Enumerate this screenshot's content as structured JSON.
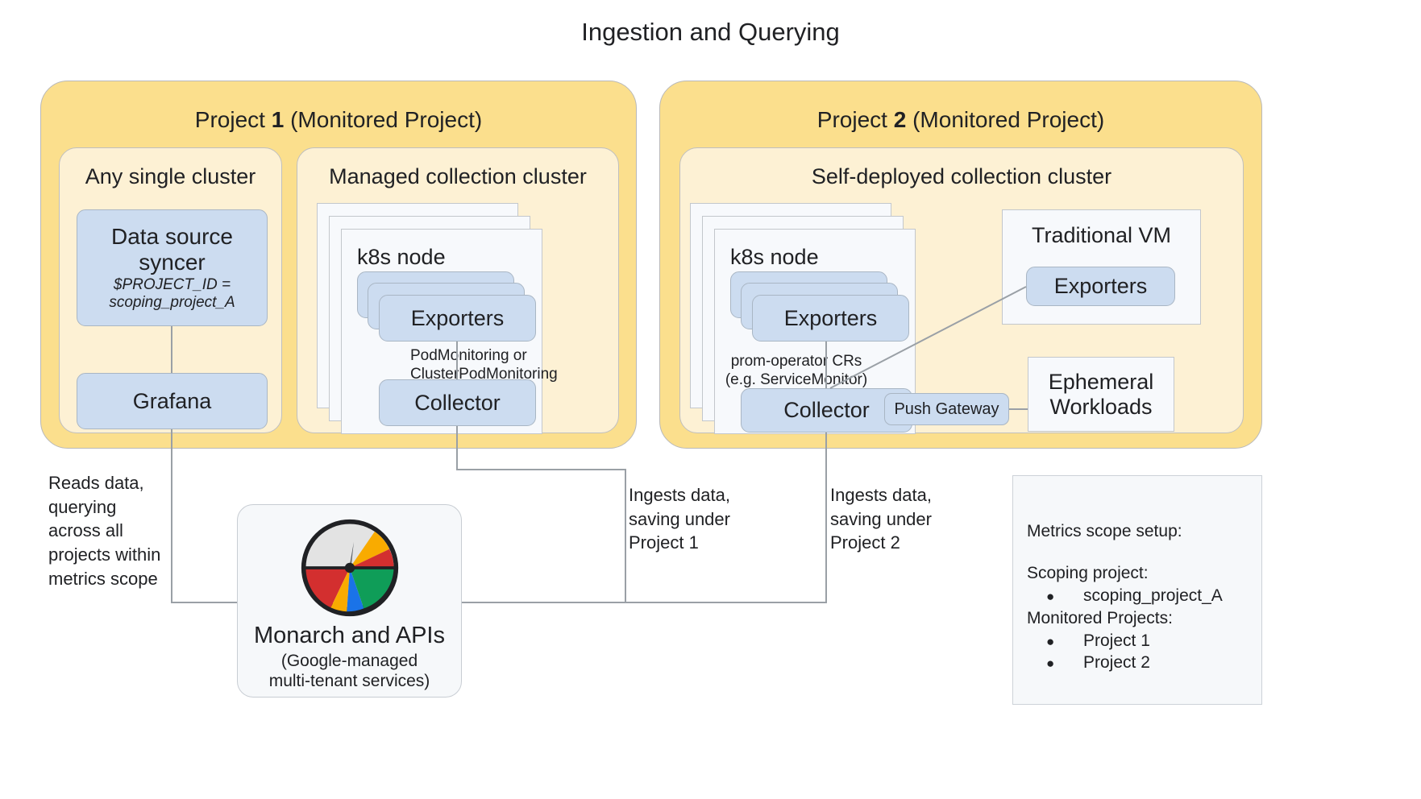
{
  "title": "Ingestion and Querying",
  "projects": [
    {
      "title_prefix": "Project ",
      "title_num": "1",
      "title_suffix": " (Monitored Project)",
      "clusters": [
        {
          "title": "Any single cluster"
        },
        {
          "title": "Managed collection cluster"
        }
      ]
    },
    {
      "title_prefix": "Project ",
      "title_num": "2",
      "title_suffix": " (Monitored Project)",
      "clusters": [
        {
          "title": "Self-deployed collection cluster"
        }
      ]
    }
  ],
  "boxes": {
    "data_source_syncer_main": "Data source\nsyncer",
    "data_source_syncer_sub": "$PROJECT_ID =\nscoping_project_A",
    "grafana": "Grafana",
    "k8s_node_1": "k8s node",
    "k8s_node_2": "k8s node",
    "exporters_1": "Exporters",
    "exporters_2": "Exporters",
    "collector_1": "Collector",
    "collector_2": "Collector",
    "push_gateway": "Push Gateway",
    "traditional_vm": "Traditional VM",
    "vm_exporters": "Exporters",
    "ephemeral_workloads": "Ephemeral\nWorkloads"
  },
  "edge_labels": {
    "podmonitoring": "PodMonitoring or\nClusterPodMonitoring",
    "prom_operator": "prom-operator CRs\n(e.g. ServiceMonitor)",
    "reads_data": "Reads data,\nquerying\nacross all\nprojects within\nmetrics scope",
    "ingests_project1": "Ingests data,\nsaving under\nProject 1",
    "ingests_project2": "Ingests data,\nsaving under\nProject 2"
  },
  "monarch": {
    "title": "Monarch and APIs",
    "subtitle": "(Google-managed\nmulti-tenant services)",
    "logo_colors": {
      "ring": "#202124",
      "dial": "#e3e3e3",
      "yellow": "#f9ab00",
      "red": "#d32f2f",
      "green": "#0f9d58",
      "blue": "#1a73e8"
    }
  },
  "legend": {
    "heading": "Metrics scope setup:",
    "scoping_label": "Scoping project:",
    "scoping_items": [
      "scoping_project_A"
    ],
    "monitored_label": "Monitored Projects:",
    "monitored_items": [
      "Project 1",
      "Project 2"
    ],
    "bullet_glyph": "●"
  },
  "colors": {
    "project_panel": "#fbdf8d",
    "cluster_panel": "#fdf1d4",
    "node_card": "#f7f9fc",
    "blue_box": "#ccdcf0",
    "wire": "#9aa0a6"
  }
}
